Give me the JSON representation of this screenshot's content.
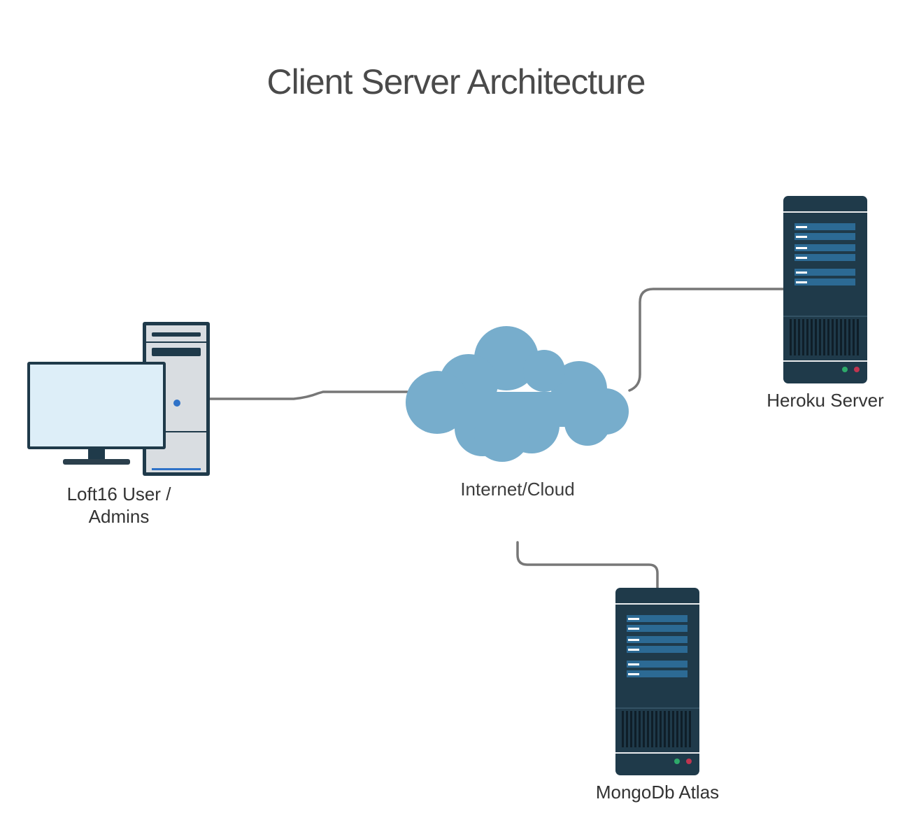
{
  "title": "Client Server Architecture",
  "nodes": {
    "client": {
      "label_line1": "Loft16 User /",
      "label_line2": "Admins"
    },
    "cloud": {
      "label": "Internet/Cloud"
    },
    "heroku": {
      "label": "Heroku Server"
    },
    "mongo": {
      "label": "MongoDb Atlas"
    }
  },
  "connections": [
    {
      "from": "client",
      "to": "cloud"
    },
    {
      "from": "cloud",
      "to": "heroku"
    },
    {
      "from": "cloud",
      "to": "mongo"
    }
  ],
  "colors": {
    "server_body": "#1f3a4a",
    "server_slot": "#2c6a94",
    "cloud": "#77adcc",
    "monitor_screen": "#ddeef8",
    "tower_body": "#d9dde1",
    "connector": "#777777",
    "led_green": "#2eaa6a",
    "led_red": "#c03550"
  }
}
